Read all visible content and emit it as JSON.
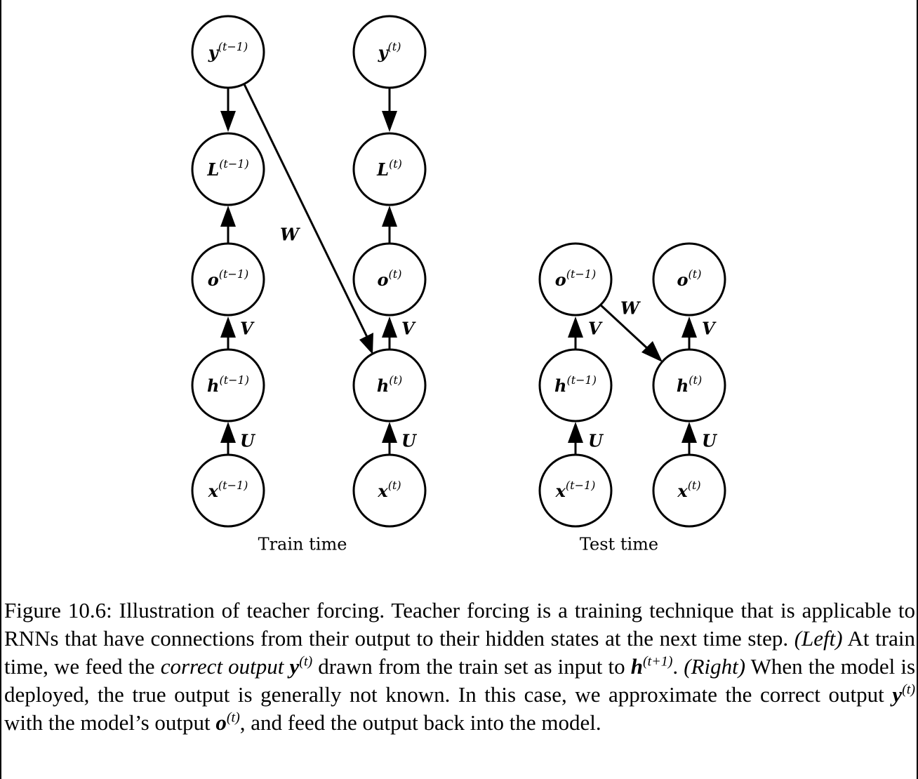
{
  "panels": {
    "train_label": "Train time",
    "test_label": "Test time"
  },
  "train_nodes": [
    {
      "id": "y_tm1",
      "sym": "y",
      "sup": "(t−1)"
    },
    {
      "id": "L_tm1",
      "sym": "L",
      "sup": "(t−1)"
    },
    {
      "id": "o_tm1",
      "sym": "o",
      "sup": "(t−1)"
    },
    {
      "id": "h_tm1",
      "sym": "h",
      "sup": "(t−1)"
    },
    {
      "id": "x_tm1",
      "sym": "x",
      "sup": "(t−1)"
    },
    {
      "id": "y_t",
      "sym": "y",
      "sup": "(t)"
    },
    {
      "id": "L_t",
      "sym": "L",
      "sup": "(t)"
    },
    {
      "id": "o_t",
      "sym": "o",
      "sup": "(t)"
    },
    {
      "id": "h_t",
      "sym": "h",
      "sup": "(t)"
    },
    {
      "id": "x_t",
      "sym": "x",
      "sup": "(t)"
    }
  ],
  "test_nodes": [
    {
      "id": "o_tm1",
      "sym": "o",
      "sup": "(t−1)"
    },
    {
      "id": "h_tm1",
      "sym": "h",
      "sup": "(t−1)"
    },
    {
      "id": "x_tm1",
      "sym": "x",
      "sup": "(t−1)"
    },
    {
      "id": "o_t",
      "sym": "o",
      "sup": "(t)"
    },
    {
      "id": "h_t",
      "sym": "h",
      "sup": "(t)"
    },
    {
      "id": "x_t",
      "sym": "x",
      "sup": "(t)"
    }
  ],
  "edge_labels": {
    "W": "W",
    "V": "V",
    "U": "U"
  },
  "caption": {
    "p1": "Figure 10.6:  Illustration of teacher forcing. Teacher forcing is a training technique that is applicable to RNNs that have connections from their output to their hidden states at the next time step. ",
    "left": "(Left)",
    "p2": " At train time, we feed the ",
    "correct_output": "correct output",
    "p3": " drawn from the train set as input to ",
    "right": "(Right)",
    "p4": " When the model is deployed, the true output is generally not known. In this case, we approximate the correct output ",
    "p5": " with the model’s output ",
    "p6": ", and feed the output back into the model.",
    "y": "y",
    "h": "h",
    "o": "o",
    "sup_t": "(t)",
    "sup_t1": "(t+1)",
    "dot": "."
  }
}
